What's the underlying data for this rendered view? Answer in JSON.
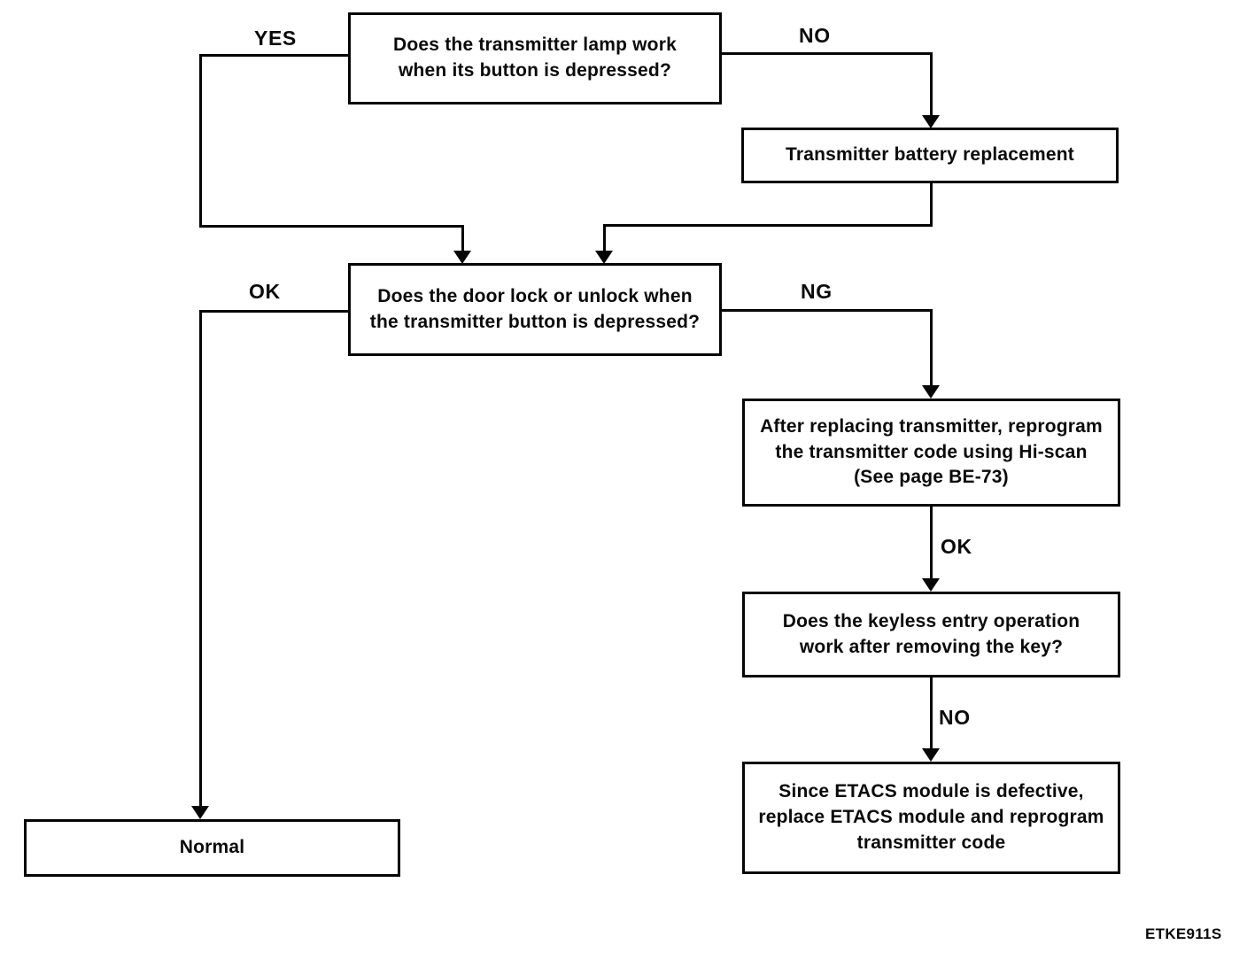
{
  "figure": {
    "code": "ETKE911S"
  },
  "nodes": {
    "lamp_question": "Does the transmitter lamp work\nwhen its button is depressed?",
    "battery_replacement": "Transmitter battery replacement",
    "door_question": "Does the door lock or unlock when\nthe transmitter button is depressed?",
    "reprogram_code": "After replacing transmitter, reprogram\nthe transmitter code using Hi-scan\n(See page BE-73)",
    "keyless_question": "Does the keyless entry operation\nwork after removing the key?",
    "etacs_replace": "Since ETACS module is defective,\nreplace ETACS module and reprogram\ntransmitter code",
    "normal": "Normal"
  },
  "branch_labels": {
    "yes": "YES",
    "no_top": "NO",
    "ok_left": "OK",
    "ng": "NG",
    "ok_mid": "OK",
    "no_bottom": "NO"
  }
}
